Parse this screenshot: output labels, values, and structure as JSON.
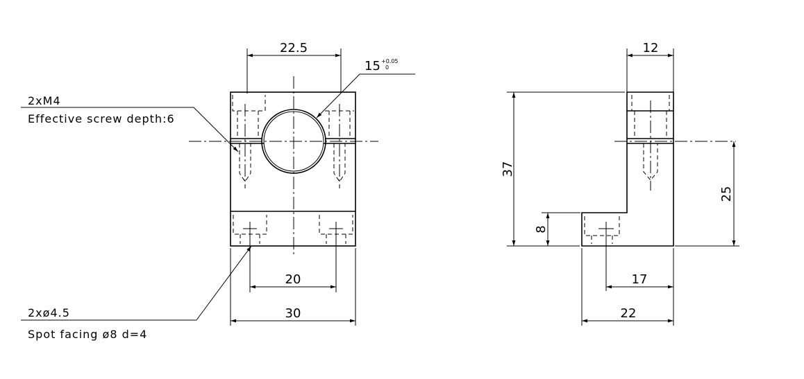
{
  "front_view": {
    "dim_top": "22.5",
    "dim_hole_value": "15",
    "dim_hole_tol_upper": "+0.05",
    "dim_hole_tol_lower": "0",
    "dim_inner": "20",
    "dim_width": "30",
    "callout_tap_line1": "2xM4",
    "callout_tap_line2": "Effective screw depth:6",
    "callout_hole_line1": "2xø4.5",
    "callout_hole_line2": "Spot facing ø8 d=4"
  },
  "side_view": {
    "dim_top": "12",
    "dim_height": "37",
    "dim_center": "25",
    "dim_step": "8",
    "dim_17": "17",
    "dim_22": "22"
  }
}
